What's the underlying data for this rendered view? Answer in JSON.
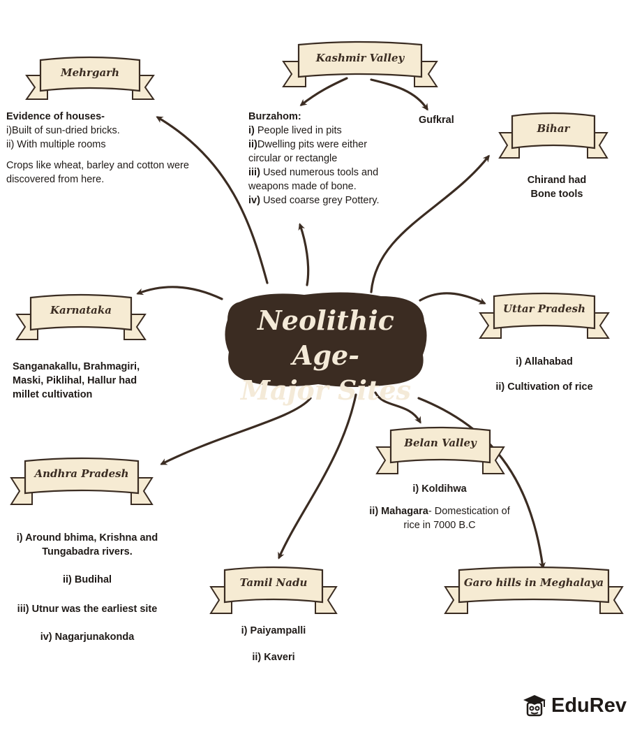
{
  "title": {
    "line1": "Neolithic Age-",
    "line2": "Major Sites"
  },
  "sites": {
    "mehrgarh": {
      "name": "Mehrgarh",
      "heading": "Evidence of houses-",
      "lines": [
        "i)Built of sun-dried bricks.",
        "ii) With multiple rooms"
      ],
      "note": "Crops like wheat, barley and cotton were discovered from here."
    },
    "kashmir": {
      "name": "Kashmir Valley",
      "sub1": "Burzahom:",
      "items": [
        {
          "num": "i)",
          "text": " People lived in pits"
        },
        {
          "num": "ii)",
          "text": "Dwelling pits were either circular or rectangle"
        },
        {
          "num": "iii)",
          "text": " Used numerous tools and weapons made of bone."
        },
        {
          "num": "iv)",
          "text": " Used coarse grey Pottery."
        }
      ],
      "sub2": "Gufkral"
    },
    "bihar": {
      "name": "Bihar",
      "text": "Chirand had Bone tools"
    },
    "karnataka": {
      "name": "Karnataka",
      "text": "Sanganakallu, Brahmagiri, Maski, Piklihal, Hallur had millet cultivation"
    },
    "uttar": {
      "name": "Uttar Pradesh",
      "items": [
        "i) Allahabad",
        "ii) Cultivation of rice"
      ]
    },
    "andhra": {
      "name": "Andhra Pradesh",
      "items": [
        "i) Around bhima, Krishna and Tungabadra rivers.",
        "ii)  Budihal",
        "iii) Utnur was the earliest site",
        "iv) Nagarjunakonda"
      ]
    },
    "belan": {
      "name": "Belan Valley",
      "item1": "i) Koldihwa",
      "item2_bold": "ii) Mahagara",
      "item2_rest": "- Domestication of rice in 7000 B.C"
    },
    "tamil": {
      "name": "Tamil Nadu",
      "items": [
        "i) Paiyampalli",
        "ii) Kaveri"
      ]
    },
    "garo": {
      "name": "Garo hills in Meghalaya"
    }
  },
  "logo": {
    "text": "EduRev",
    "icon": "graduation-cap-icon"
  },
  "colors": {
    "banner_fill": "#f6ebd3",
    "banner_stroke": "#3a2c22",
    "center_fill": "#3b2c22",
    "arrow": "#3b2c22"
  }
}
